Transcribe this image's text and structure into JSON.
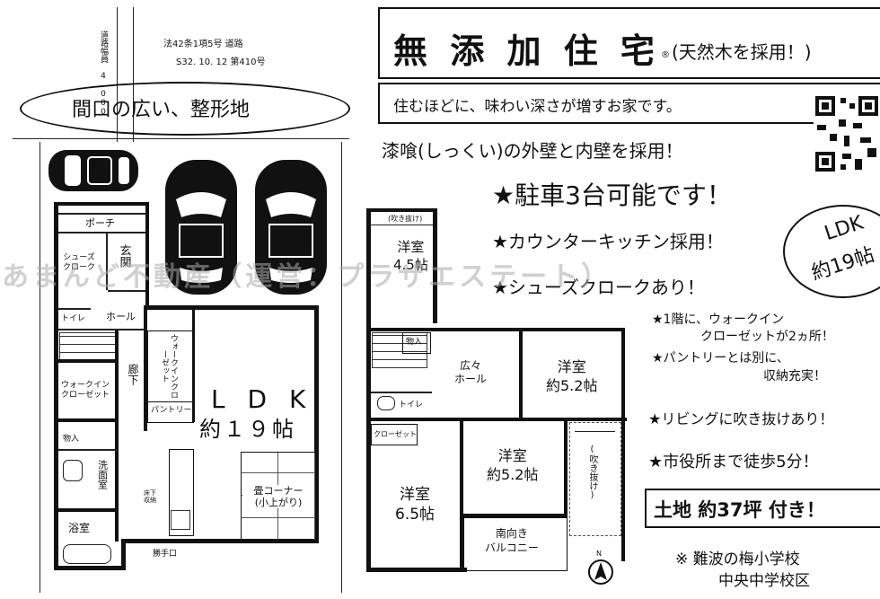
{
  "survey": {
    "road_width_vertical": "道路幅員 4.000",
    "road_law": "法42条1項5号 道路",
    "road_designation": "S32. 10. 12 第410号"
  },
  "lot_shape_label": "間口の広い、整形地",
  "header": {
    "title": "無 添 加 住 宅",
    "registered_mark": "®",
    "title_note": "(天然木を採用！)",
    "tagline": "住むほどに、味わい深さが増すお家です。"
  },
  "features": {
    "plaster": "漆喰(しっくい)の外壁と内壁を採用！",
    "parking": "★駐車3台可能です！",
    "counter_kitchen": "★カウンターキッチン採用！",
    "shoes_closet": "★シューズクロークあり！",
    "walkin_1": "★1階に、ウォークイン",
    "walkin_2": "クローゼットが2ヵ所！",
    "pantry_1": "★パントリーとは別に、",
    "pantry_2": "収納充実！",
    "atrium": "★リビングに吹き抜けあり！",
    "city_hall": "★市役所まで徒歩5分！",
    "land": "土地 約37坪 付き！",
    "school_1": "※ 難波の梅小学校",
    "school_2": "中央中学校区"
  },
  "ldk_badge": {
    "line1": "LDK",
    "line2": "約19帖"
  },
  "floor1": {
    "porch": "ポーチ",
    "shoes_closet": "シューズ\nクローク",
    "entrance": "玄関",
    "toilet": "トイレ",
    "hall": "ホール",
    "corridor": "廊下",
    "walkin_closet_v": "ウォークインクローゼット",
    "walkin_closet": "ウォークイン\nクローゼット",
    "pantry": "パントリー",
    "ldk_line1": "L D K",
    "ldk_line2": "約１９帖",
    "storage": "物入",
    "washroom": "洗面室",
    "bathroom": "浴室",
    "floor_storage": "床下\n収納",
    "tatami": "畳コーナー",
    "tatami_sub": "(小上がり)",
    "handrail": "勝手口"
  },
  "floor2": {
    "atrium_top": "(吹き抜け)",
    "west_room": "洋室",
    "west_room_size": "4.5帖",
    "storage": "物入",
    "wide_hall": "広々\nホール",
    "east_room": "洋室",
    "east_room_size": "約5.2帖",
    "toilet": "トイレ",
    "closet": "クローゼット",
    "middle_room": "洋室",
    "middle_room_size": "約5.2帖",
    "atrium_side": "(吹き抜け)",
    "big_room": "洋室",
    "big_room_size": "6.5帖",
    "balcony": "南向き\nバルコニー",
    "north": "N"
  },
  "watermark": "あまんど不動産（運営：プラザエステート）"
}
